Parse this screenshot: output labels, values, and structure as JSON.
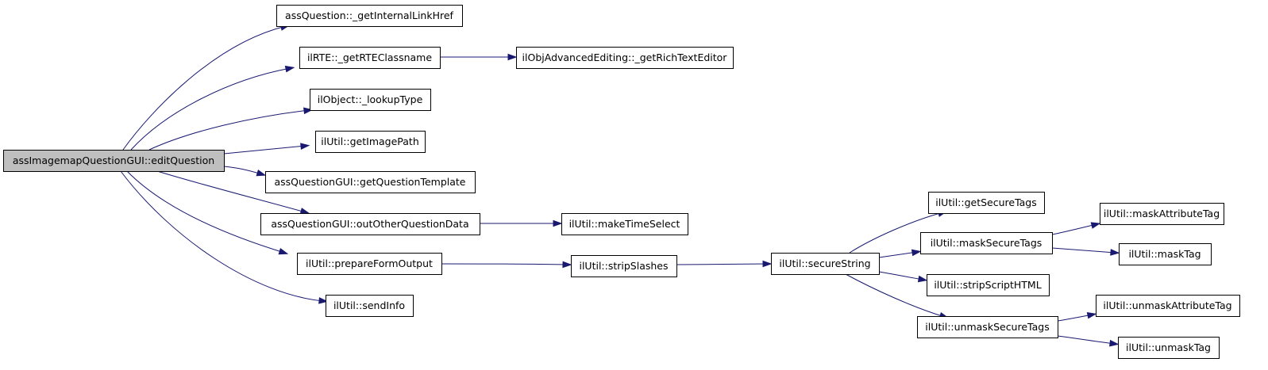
{
  "graph": {
    "root": "ass_edit",
    "nodes": [
      {
        "id": "ass_edit",
        "label": "assImagemapQuestionGUI::editQuestion",
        "is_root": true
      },
      {
        "id": "get_internal_link",
        "label": "assQuestion::_getInternalLinkHref"
      },
      {
        "id": "get_rte_classname",
        "label": "ilRTE::_getRTEClassname"
      },
      {
        "id": "get_rich_text_editor",
        "label": "ilObjAdvancedEditing::_getRichTextEditor"
      },
      {
        "id": "lookup_type",
        "label": "ilObject::_lookupType"
      },
      {
        "id": "get_image_path",
        "label": "ilUtil::getImagePath"
      },
      {
        "id": "get_question_template",
        "label": "assQuestionGUI::getQuestionTemplate"
      },
      {
        "id": "out_other_question_data",
        "label": "assQuestionGUI::outOtherQuestionData"
      },
      {
        "id": "make_time_select",
        "label": "ilUtil::makeTimeSelect"
      },
      {
        "id": "prepare_form_output",
        "label": "ilUtil::prepareFormOutput"
      },
      {
        "id": "strip_slashes",
        "label": "ilUtil::stripSlashes"
      },
      {
        "id": "secure_string",
        "label": "ilUtil::secureString"
      },
      {
        "id": "get_secure_tags",
        "label": "ilUtil::getSecureTags"
      },
      {
        "id": "mask_secure_tags",
        "label": "ilUtil::maskSecureTags"
      },
      {
        "id": "mask_attribute_tag",
        "label": "ilUtil::maskAttributeTag"
      },
      {
        "id": "mask_tag",
        "label": "ilUtil::maskTag"
      },
      {
        "id": "strip_script_html",
        "label": "ilUtil::stripScriptHTML"
      },
      {
        "id": "unmask_secure_tags",
        "label": "ilUtil::unmaskSecureTags"
      },
      {
        "id": "unmask_attribute_tag",
        "label": "ilUtil::unmaskAttributeTag"
      },
      {
        "id": "unmask_tag",
        "label": "ilUtil::unmaskTag"
      },
      {
        "id": "send_info",
        "label": "ilUtil::sendInfo"
      }
    ],
    "edges": [
      {
        "from": "ass_edit",
        "to": "get_internal_link"
      },
      {
        "from": "ass_edit",
        "to": "get_rte_classname"
      },
      {
        "from": "ass_edit",
        "to": "lookup_type"
      },
      {
        "from": "ass_edit",
        "to": "get_image_path"
      },
      {
        "from": "ass_edit",
        "to": "get_question_template"
      },
      {
        "from": "ass_edit",
        "to": "out_other_question_data"
      },
      {
        "from": "ass_edit",
        "to": "prepare_form_output"
      },
      {
        "from": "ass_edit",
        "to": "send_info"
      },
      {
        "from": "get_rte_classname",
        "to": "get_rich_text_editor"
      },
      {
        "from": "out_other_question_data",
        "to": "make_time_select"
      },
      {
        "from": "prepare_form_output",
        "to": "strip_slashes"
      },
      {
        "from": "strip_slashes",
        "to": "secure_string"
      },
      {
        "from": "secure_string",
        "to": "get_secure_tags"
      },
      {
        "from": "secure_string",
        "to": "mask_secure_tags"
      },
      {
        "from": "secure_string",
        "to": "strip_script_html"
      },
      {
        "from": "secure_string",
        "to": "unmask_secure_tags"
      },
      {
        "from": "mask_secure_tags",
        "to": "mask_attribute_tag"
      },
      {
        "from": "mask_secure_tags",
        "to": "mask_tag"
      },
      {
        "from": "unmask_secure_tags",
        "to": "unmask_attribute_tag"
      },
      {
        "from": "unmask_secure_tags",
        "to": "unmask_tag"
      }
    ],
    "colors": {
      "edge": "#191970",
      "root_fill": "#bfbfbf",
      "node_fill": "#ffffff",
      "node_border": "#000000"
    }
  }
}
